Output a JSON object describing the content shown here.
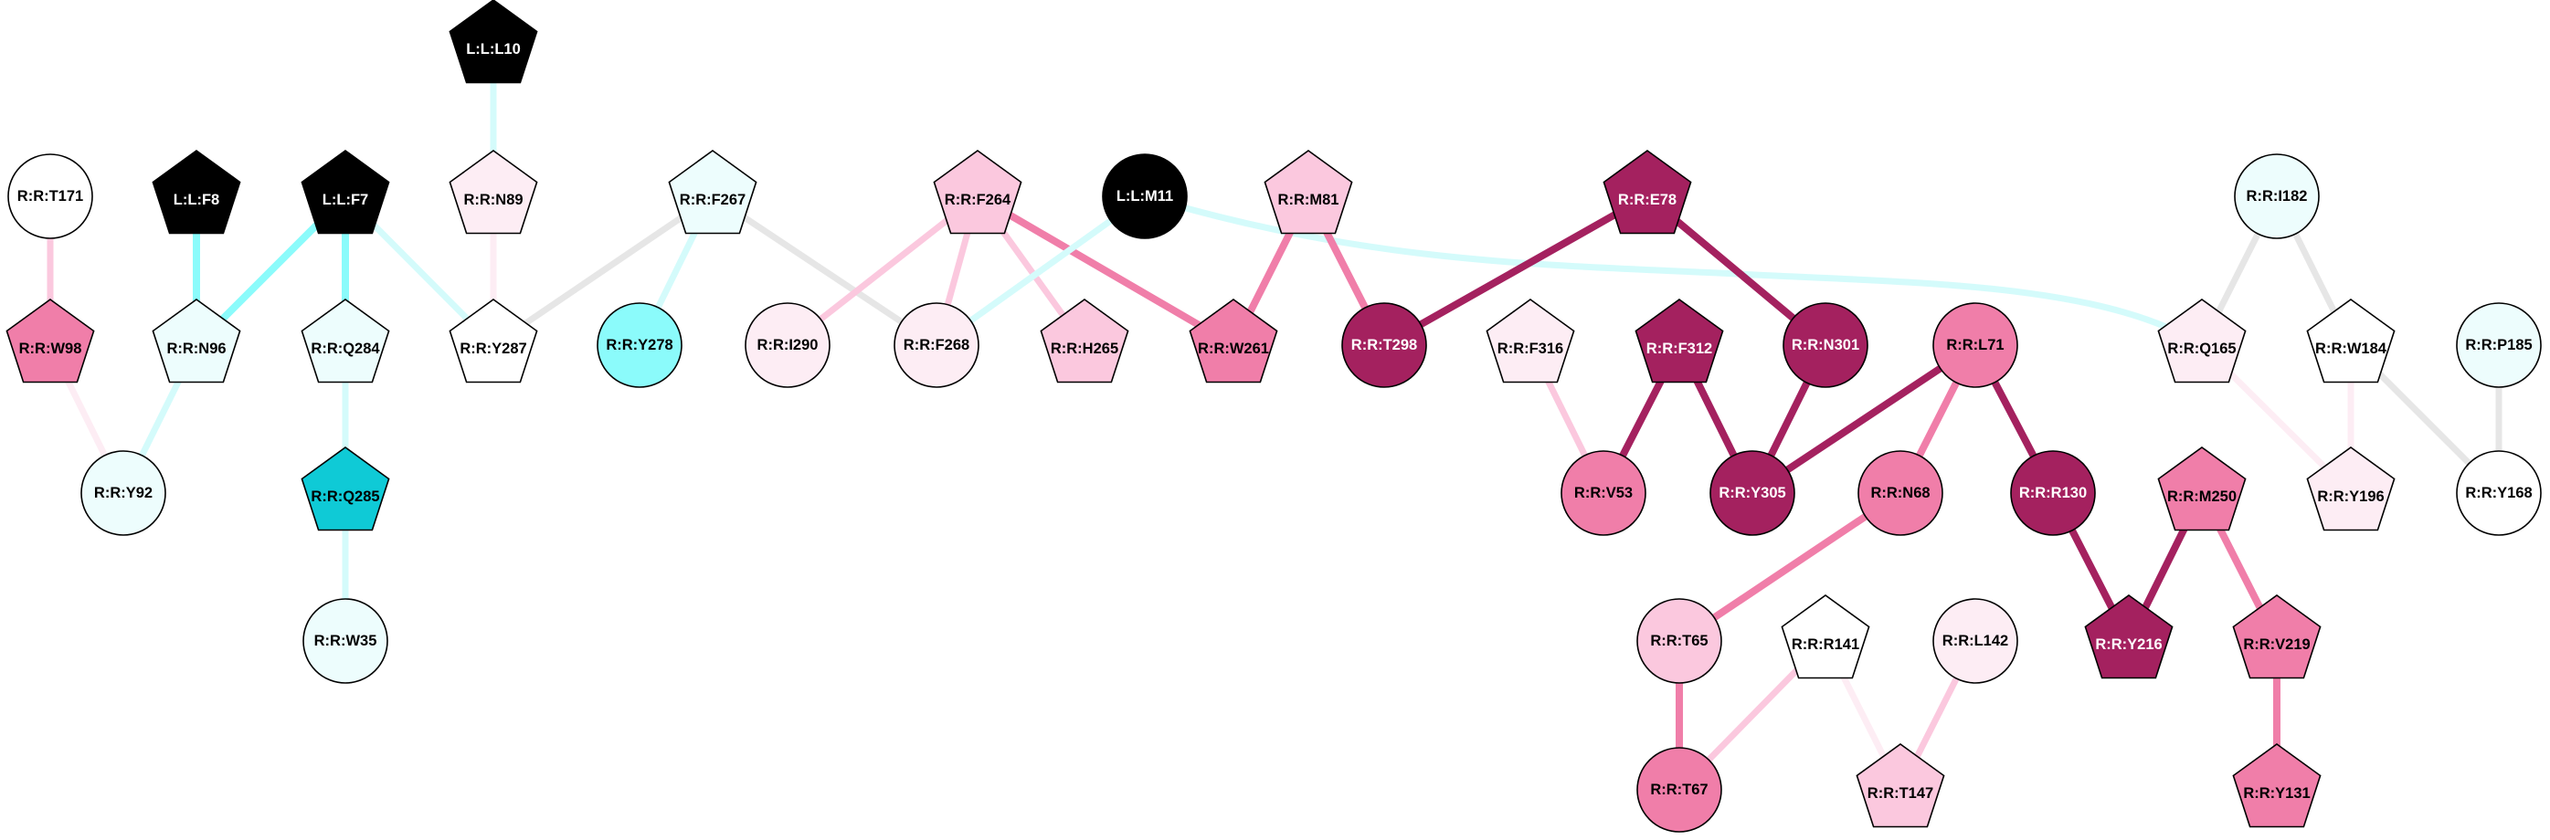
{
  "colors": {
    "black": "#000000",
    "white": "#ffffff",
    "cyan_pale": "#edfdfd",
    "cyan_light": "#d4fbfb",
    "cyan": "#8bfbfb",
    "teal": "#0fcad6",
    "gray_edge": "#e6e6e6",
    "pink_pale": "#fdedf4",
    "pink_light": "#fbc8de",
    "pink": "#f07ea9",
    "magenta": "#a4215f"
  },
  "nodes": [
    {
      "id": "L:L:L10",
      "label": "L:L:L10",
      "shape": "pentagon",
      "fill": "black"
    },
    {
      "id": "R:R:T171",
      "label": "R:R:T171",
      "shape": "circle",
      "fill": "white"
    },
    {
      "id": "L:L:F8",
      "label": "L:L:F8",
      "shape": "pentagon",
      "fill": "black"
    },
    {
      "id": "L:L:F7",
      "label": "L:L:F7",
      "shape": "pentagon",
      "fill": "black"
    },
    {
      "id": "R:R:N89",
      "label": "R:R:N89",
      "shape": "pentagon",
      "fill": "pink_pale"
    },
    {
      "id": "R:R:F267",
      "label": "R:R:F267",
      "shape": "pentagon",
      "fill": "cyan_pale"
    },
    {
      "id": "R:R:F264",
      "label": "R:R:F264",
      "shape": "pentagon",
      "fill": "pink_light"
    },
    {
      "id": "L:L:M11",
      "label": "L:L:M11",
      "shape": "circle",
      "fill": "black"
    },
    {
      "id": "R:R:M81",
      "label": "R:R:M81",
      "shape": "pentagon",
      "fill": "pink_light"
    },
    {
      "id": "R:R:E78",
      "label": "R:R:E78",
      "shape": "pentagon",
      "fill": "magenta"
    },
    {
      "id": "R:R:I182",
      "label": "R:R:I182",
      "shape": "circle",
      "fill": "cyan_pale"
    },
    {
      "id": "R:R:W98",
      "label": "R:R:W98",
      "shape": "pentagon",
      "fill": "pink"
    },
    {
      "id": "R:R:N96",
      "label": "R:R:N96",
      "shape": "pentagon",
      "fill": "cyan_pale"
    },
    {
      "id": "R:R:Q284",
      "label": "R:R:Q284",
      "shape": "pentagon",
      "fill": "cyan_pale"
    },
    {
      "id": "R:R:Y287",
      "label": "R:R:Y287",
      "shape": "pentagon",
      "fill": "white"
    },
    {
      "id": "R:R:Y278",
      "label": "R:R:Y278",
      "shape": "circle",
      "fill": "cyan"
    },
    {
      "id": "R:R:I290",
      "label": "R:R:I290",
      "shape": "circle",
      "fill": "pink_pale"
    },
    {
      "id": "R:R:F268",
      "label": "R:R:F268",
      "shape": "circle",
      "fill": "pink_pale"
    },
    {
      "id": "R:R:H265",
      "label": "R:R:H265",
      "shape": "pentagon",
      "fill": "pink_light"
    },
    {
      "id": "R:R:W261",
      "label": "R:R:W261",
      "shape": "pentagon",
      "fill": "pink"
    },
    {
      "id": "R:R:T298",
      "label": "R:R:T298",
      "shape": "circle",
      "fill": "magenta"
    },
    {
      "id": "R:R:F316",
      "label": "R:R:F316",
      "shape": "pentagon",
      "fill": "pink_pale"
    },
    {
      "id": "R:R:F312",
      "label": "R:R:F312",
      "shape": "pentagon",
      "fill": "magenta"
    },
    {
      "id": "R:R:N301",
      "label": "R:R:N301",
      "shape": "circle",
      "fill": "magenta"
    },
    {
      "id": "R:R:L71",
      "label": "R:R:L71",
      "shape": "circle",
      "fill": "pink"
    },
    {
      "id": "R:R:Q165",
      "label": "R:R:Q165",
      "shape": "pentagon",
      "fill": "pink_pale"
    },
    {
      "id": "R:R:W184",
      "label": "R:R:W184",
      "shape": "pentagon",
      "fill": "white"
    },
    {
      "id": "R:R:P185",
      "label": "R:R:P185",
      "shape": "circle",
      "fill": "cyan_pale"
    },
    {
      "id": "R:R:Y92",
      "label": "R:R:Y92",
      "shape": "circle",
      "fill": "cyan_pale"
    },
    {
      "id": "R:R:Q285",
      "label": "R:R:Q285",
      "shape": "pentagon",
      "fill": "teal"
    },
    {
      "id": "R:R:V53",
      "label": "R:R:V53",
      "shape": "circle",
      "fill": "pink"
    },
    {
      "id": "R:R:Y305",
      "label": "R:R:Y305",
      "shape": "circle",
      "fill": "magenta"
    },
    {
      "id": "R:R:N68",
      "label": "R:R:N68",
      "shape": "circle",
      "fill": "pink"
    },
    {
      "id": "R:R:R130",
      "label": "R:R:R130",
      "shape": "circle",
      "fill": "magenta"
    },
    {
      "id": "R:R:M250",
      "label": "R:R:M250",
      "shape": "pentagon",
      "fill": "pink"
    },
    {
      "id": "R:R:Y196",
      "label": "R:R:Y196",
      "shape": "pentagon",
      "fill": "pink_pale"
    },
    {
      "id": "R:R:Y168",
      "label": "R:R:Y168",
      "shape": "circle",
      "fill": "white"
    },
    {
      "id": "R:R:W35",
      "label": "R:R:W35",
      "shape": "circle",
      "fill": "cyan_pale"
    },
    {
      "id": "R:R:T65",
      "label": "R:R:T65",
      "shape": "circle",
      "fill": "pink_light"
    },
    {
      "id": "R:R:R141",
      "label": "R:R:R141",
      "shape": "pentagon",
      "fill": "white"
    },
    {
      "id": "R:R:L142",
      "label": "R:R:L142",
      "shape": "circle",
      "fill": "pink_pale"
    },
    {
      "id": "R:R:Y216",
      "label": "R:R:Y216",
      "shape": "pentagon",
      "fill": "magenta"
    },
    {
      "id": "R:R:V219",
      "label": "R:R:V219",
      "shape": "pentagon",
      "fill": "pink"
    },
    {
      "id": "R:R:T67",
      "label": "R:R:T67",
      "shape": "circle",
      "fill": "pink"
    },
    {
      "id": "R:R:T147",
      "label": "R:R:T147",
      "shape": "pentagon",
      "fill": "pink_light"
    },
    {
      "id": "R:R:Y131",
      "label": "R:R:Y131",
      "shape": "pentagon",
      "fill": "pink"
    }
  ],
  "edges": [
    {
      "from": "L:L:L10",
      "to": "R:R:N89",
      "color": "cyan_light",
      "weight": 2
    },
    {
      "from": "R:R:T171",
      "to": "R:R:W98",
      "color": "pink_light",
      "weight": 2
    },
    {
      "from": "L:L:F8",
      "to": "R:R:N96",
      "color": "cyan",
      "weight": 3
    },
    {
      "from": "L:L:F7",
      "to": "R:R:N96",
      "color": "cyan",
      "weight": 3
    },
    {
      "from": "L:L:F7",
      "to": "R:R:Q284",
      "color": "cyan",
      "weight": 3
    },
    {
      "from": "L:L:F7",
      "to": "R:R:Y287",
      "color": "cyan_light",
      "weight": 2
    },
    {
      "from": "R:R:N89",
      "to": "R:R:Y287",
      "color": "pink_pale",
      "weight": 2
    },
    {
      "from": "R:R:F267",
      "to": "R:R:Y287",
      "color": "gray_edge",
      "weight": 2
    },
    {
      "from": "R:R:F267",
      "to": "R:R:Y278",
      "color": "cyan_light",
      "weight": 2
    },
    {
      "from": "R:R:F267",
      "to": "R:R:F268",
      "color": "gray_edge",
      "weight": 2
    },
    {
      "from": "R:R:F264",
      "to": "R:R:I290",
      "color": "pink_light",
      "weight": 2
    },
    {
      "from": "R:R:F264",
      "to": "R:R:F268",
      "color": "pink_light",
      "weight": 2
    },
    {
      "from": "R:R:F264",
      "to": "R:R:H265",
      "color": "pink_light",
      "weight": 2
    },
    {
      "from": "R:R:F264",
      "to": "R:R:W261",
      "color": "pink",
      "weight": 3
    },
    {
      "from": "L:L:M11",
      "to": "R:R:F268",
      "color": "cyan_light",
      "weight": 2
    },
    {
      "from": "L:L:M11",
      "to": "R:R:Q165",
      "color": "cyan_light",
      "weight": 2
    },
    {
      "from": "R:R:M81",
      "to": "R:R:W261",
      "color": "pink",
      "weight": 3
    },
    {
      "from": "R:R:M81",
      "to": "R:R:T298",
      "color": "pink",
      "weight": 3
    },
    {
      "from": "R:R:E78",
      "to": "R:R:T298",
      "color": "magenta",
      "weight": 3
    },
    {
      "from": "R:R:E78",
      "to": "R:R:N301",
      "color": "magenta",
      "weight": 3
    },
    {
      "from": "R:R:I182",
      "to": "R:R:Q165",
      "color": "gray_edge",
      "weight": 2
    },
    {
      "from": "R:R:I182",
      "to": "R:R:W184",
      "color": "gray_edge",
      "weight": 2
    },
    {
      "from": "R:R:W98",
      "to": "R:R:Y92",
      "color": "pink_pale",
      "weight": 2
    },
    {
      "from": "R:R:N96",
      "to": "R:R:Y92",
      "color": "cyan_light",
      "weight": 2
    },
    {
      "from": "R:R:Q284",
      "to": "R:R:Q285",
      "color": "cyan_light",
      "weight": 2
    },
    {
      "from": "R:R:Q285",
      "to": "R:R:W35",
      "color": "cyan_light",
      "weight": 2
    },
    {
      "from": "R:R:F316",
      "to": "R:R:V53",
      "color": "pink_light",
      "weight": 2
    },
    {
      "from": "R:R:F312",
      "to": "R:R:V53",
      "color": "magenta",
      "weight": 3
    },
    {
      "from": "R:R:F312",
      "to": "R:R:Y305",
      "color": "magenta",
      "weight": 3
    },
    {
      "from": "R:R:N301",
      "to": "R:R:Y305",
      "color": "magenta",
      "weight": 3
    },
    {
      "from": "R:R:L71",
      "to": "R:R:Y305",
      "color": "magenta",
      "weight": 3
    },
    {
      "from": "R:R:L71",
      "to": "R:R:N68",
      "color": "pink",
      "weight": 3
    },
    {
      "from": "R:R:L71",
      "to": "R:R:R130",
      "color": "magenta",
      "weight": 3
    },
    {
      "from": "R:R:N68",
      "to": "R:R:T65",
      "color": "pink",
      "weight": 3
    },
    {
      "from": "R:R:R130",
      "to": "R:R:Y216",
      "color": "magenta",
      "weight": 3
    },
    {
      "from": "R:R:M250",
      "to": "R:R:Y216",
      "color": "magenta",
      "weight": 3
    },
    {
      "from": "R:R:M250",
      "to": "R:R:V219",
      "color": "pink",
      "weight": 3
    },
    {
      "from": "R:R:V219",
      "to": "R:R:Y131",
      "color": "pink",
      "weight": 3
    },
    {
      "from": "R:R:Q165",
      "to": "R:R:Y196",
      "color": "pink_pale",
      "weight": 2
    },
    {
      "from": "R:R:W184",
      "to": "R:R:Y196",
      "color": "pink_pale",
      "weight": 2
    },
    {
      "from": "R:R:W184",
      "to": "R:R:Y168",
      "color": "gray_edge",
      "weight": 2
    },
    {
      "from": "R:R:P185",
      "to": "R:R:Y168",
      "color": "gray_edge",
      "weight": 2
    },
    {
      "from": "R:R:T65",
      "to": "R:R:T67",
      "color": "pink",
      "weight": 3
    },
    {
      "from": "R:R:R141",
      "to": "R:R:T67",
      "color": "pink_light",
      "weight": 2
    },
    {
      "from": "R:R:R141",
      "to": "R:R:T147",
      "color": "pink_pale",
      "weight": 2
    },
    {
      "from": "R:R:L142",
      "to": "R:R:T147",
      "color": "pink_light",
      "weight": 2
    }
  ]
}
